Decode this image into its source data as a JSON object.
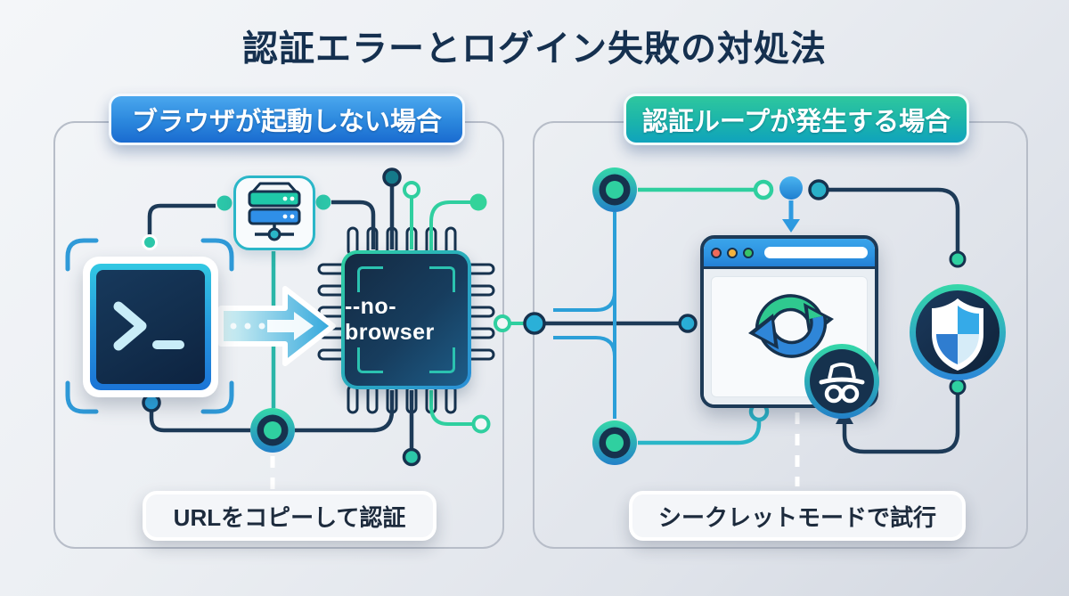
{
  "title": "認証エラーとログイン失敗の対処法",
  "panels": {
    "left": {
      "header": "ブラウザが起動しない場合",
      "chip_label": "--no-browser",
      "footer": "URLをコピーして認証"
    },
    "right": {
      "header": "認証ループが発生する場合",
      "footer": "シークレットモードで試行"
    }
  },
  "icons": {
    "terminal": "terminal-prompt",
    "server": "server-stack",
    "chip": "cpu-chip",
    "arrow": "fat-right-arrow",
    "browser": "browser-window",
    "sync": "refresh-loop-arrows",
    "incognito": "incognito-hat-glasses",
    "shield": "checkered-security-shield"
  },
  "colors": {
    "title_text": "#15304f",
    "navy_line": "#1d3a57",
    "green_line": "#2fcf9f",
    "cyan_line": "#2b9fd8",
    "teal_line": "#2ab6c8",
    "header_left_top": "#4aa7ee",
    "header_left_bottom": "#1a6bd0",
    "header_right_top": "#2ec79e",
    "header_right_bottom": "#10a3bc",
    "label_text": "#1d2b3d",
    "chip_text": "#ffffff"
  }
}
